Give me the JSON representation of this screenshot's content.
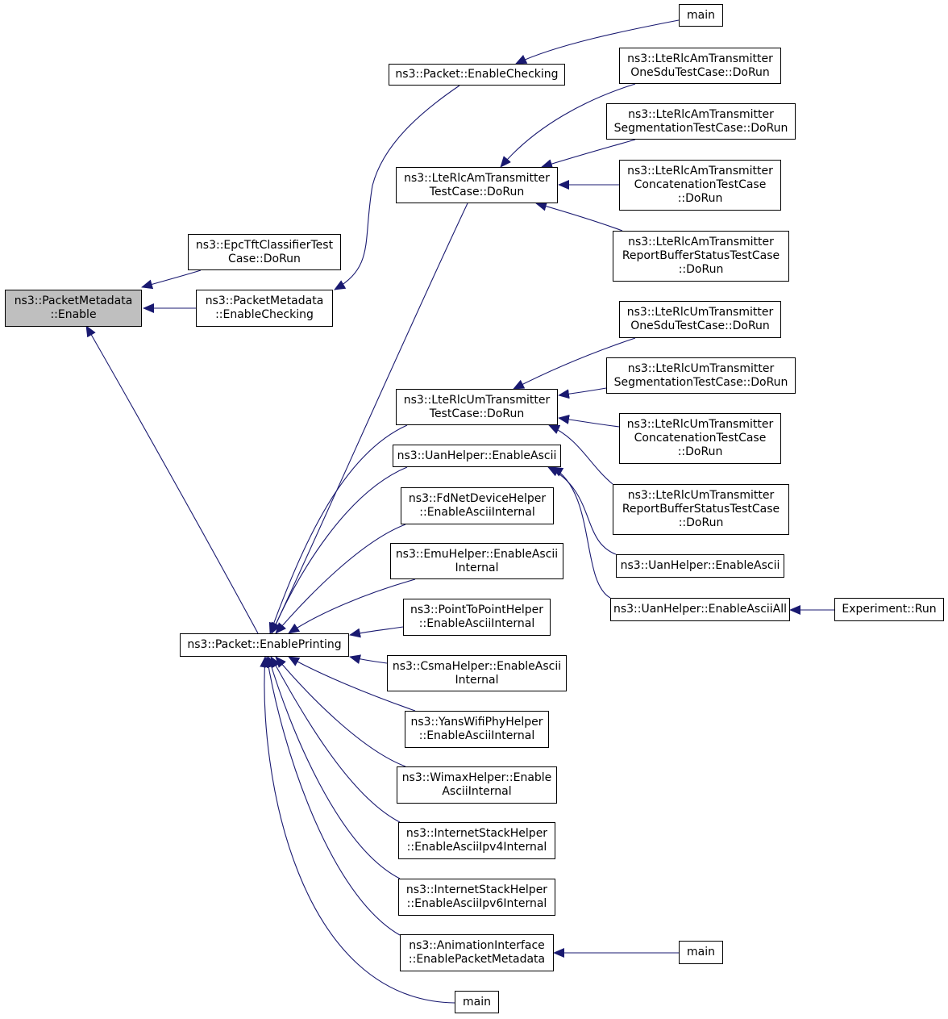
{
  "diagram": {
    "edge_color": "#191970",
    "focus_fill": "#bfbfbf",
    "nodes": {
      "pm_enable": [
        "ns3::PacketMetadata",
        "::Enable"
      ],
      "epc": [
        "ns3::EpcTftClassifierTest",
        "Case::DoRun"
      ],
      "pm_check": [
        "ns3::PacketMetadata",
        "::EnableChecking"
      ],
      "pkt_check": [
        "ns3::Packet::EnableChecking"
      ],
      "main_top": [
        "main"
      ],
      "am_tc": [
        "ns3::LteRlcAmTransmitter",
        "TestCase::DoRun"
      ],
      "am_one": [
        "ns3::LteRlcAmTransmitter",
        "OneSduTestCase::DoRun"
      ],
      "am_seg": [
        "ns3::LteRlcAmTransmitter",
        "SegmentationTestCase::DoRun"
      ],
      "am_con": [
        "ns3::LteRlcAmTransmitter",
        "ConcatenationTestCase",
        "::DoRun"
      ],
      "am_rep": [
        "ns3::LteRlcAmTransmitter",
        "ReportBufferStatusTestCase",
        "::DoRun"
      ],
      "um_one": [
        "ns3::LteRlcUmTransmitter",
        "OneSduTestCase::DoRun"
      ],
      "um_seg": [
        "ns3::LteRlcUmTransmitter",
        "SegmentationTestCase::DoRun"
      ],
      "um_tc": [
        "ns3::LteRlcUmTransmitter",
        "TestCase::DoRun"
      ],
      "um_con": [
        "ns3::LteRlcUmTransmitter",
        "ConcatenationTestCase",
        "::DoRun"
      ],
      "uan_a": [
        "ns3::UanHelper::EnableAscii"
      ],
      "um_rep": [
        "ns3::LteRlcUmTransmitter",
        "ReportBufferStatusTestCase",
        "::DoRun"
      ],
      "fd": [
        "ns3::FdNetDeviceHelper",
        "::EnableAsciiInternal"
      ],
      "emu": [
        "ns3::EmuHelper::EnableAscii",
        "Internal"
      ],
      "uan_b": [
        "ns3::UanHelper::EnableAscii"
      ],
      "uan_all": [
        "ns3::UanHelper::EnableAsciiAll"
      ],
      "exp_run": [
        "Experiment::Run"
      ],
      "p2p": [
        "ns3::PointToPointHelper",
        "::EnableAsciiInternal"
      ],
      "pkt_print": [
        "ns3::Packet::EnablePrinting"
      ],
      "csma": [
        "ns3::CsmaHelper::EnableAscii",
        "Internal"
      ],
      "yans": [
        "ns3::YansWifiPhyHelper",
        "::EnableAsciiInternal"
      ],
      "wimax": [
        "ns3::WimaxHelper::Enable",
        "AsciiInternal"
      ],
      "inet4": [
        "ns3::InternetStackHelper",
        "::EnableAsciiIpv4Internal"
      ],
      "inet6": [
        "ns3::InternetStackHelper",
        "::EnableAsciiIpv6Internal"
      ],
      "anim": [
        "ns3::AnimationInterface",
        "::EnablePacketMetadata"
      ],
      "main_anim": [
        "main"
      ],
      "main_bottom": [
        "main"
      ]
    },
    "edges": [
      [
        "epc",
        "pm_enable"
      ],
      [
        "pm_check",
        "pm_enable"
      ],
      [
        "pkt_print",
        "pm_enable"
      ],
      [
        "pkt_check",
        "pm_check"
      ],
      [
        "main_top",
        "pkt_check"
      ],
      [
        "am_tc",
        "pkt_print"
      ],
      [
        "um_tc",
        "pkt_print"
      ],
      [
        "uan_a",
        "pkt_print"
      ],
      [
        "fd",
        "pkt_print"
      ],
      [
        "emu",
        "pkt_print"
      ],
      [
        "p2p",
        "pkt_print"
      ],
      [
        "csma",
        "pkt_print"
      ],
      [
        "yans",
        "pkt_print"
      ],
      [
        "wimax",
        "pkt_print"
      ],
      [
        "inet4",
        "pkt_print"
      ],
      [
        "inet6",
        "pkt_print"
      ],
      [
        "anim",
        "pkt_print"
      ],
      [
        "main_bottom",
        "pkt_print"
      ],
      [
        "am_one",
        "am_tc"
      ],
      [
        "am_seg",
        "am_tc"
      ],
      [
        "am_con",
        "am_tc"
      ],
      [
        "am_rep",
        "am_tc"
      ],
      [
        "um_one",
        "um_tc"
      ],
      [
        "um_seg",
        "um_tc"
      ],
      [
        "um_con",
        "um_tc"
      ],
      [
        "um_rep",
        "um_tc"
      ],
      [
        "uan_b",
        "uan_a"
      ],
      [
        "uan_all",
        "uan_a"
      ],
      [
        "exp_run",
        "uan_all"
      ],
      [
        "main_anim",
        "anim"
      ]
    ]
  }
}
